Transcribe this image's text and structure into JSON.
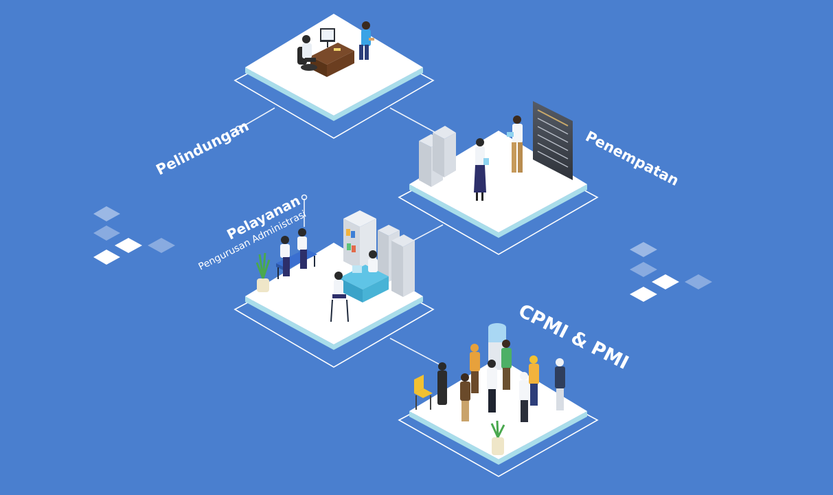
{
  "labels": {
    "pelindungan": "Pelindungan",
    "penempatan": "Penempatan",
    "pelayanan": "Pelayanan",
    "pelayanan_sub": "Pengurusan Administrasi",
    "cpmi": "CPMI & PMI"
  },
  "colors": {
    "background": "#4a7fcf",
    "tile": "#ffffff",
    "tile_edge": "#a9ddea",
    "outline": "#ffffff"
  }
}
